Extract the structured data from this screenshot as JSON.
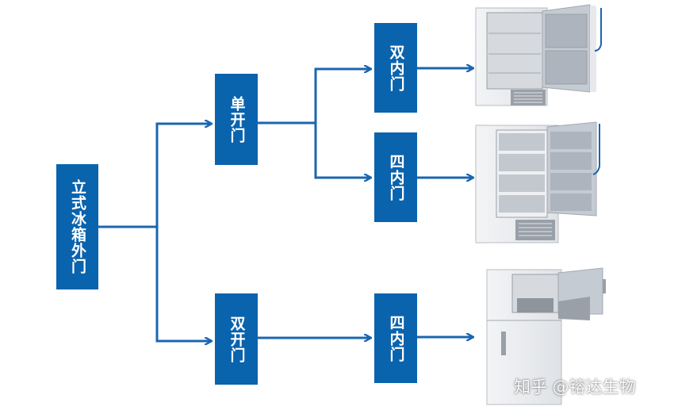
{
  "colors": {
    "node": "#0a63ad",
    "connector": "#1a66b0"
  },
  "root": {
    "label": "立式冰箱外门"
  },
  "level1": [
    {
      "label": "单开门"
    },
    {
      "label": "双开门"
    }
  ],
  "level2": [
    {
      "label": "双内门"
    },
    {
      "label": "四内门"
    },
    {
      "label": "四内门"
    }
  ],
  "images": [
    {
      "icon": "freezer-two-inner-doors"
    },
    {
      "icon": "freezer-four-inner-doors"
    },
    {
      "icon": "freezer-double-outer-door"
    }
  ],
  "watermark": "知乎 @镕达生物"
}
